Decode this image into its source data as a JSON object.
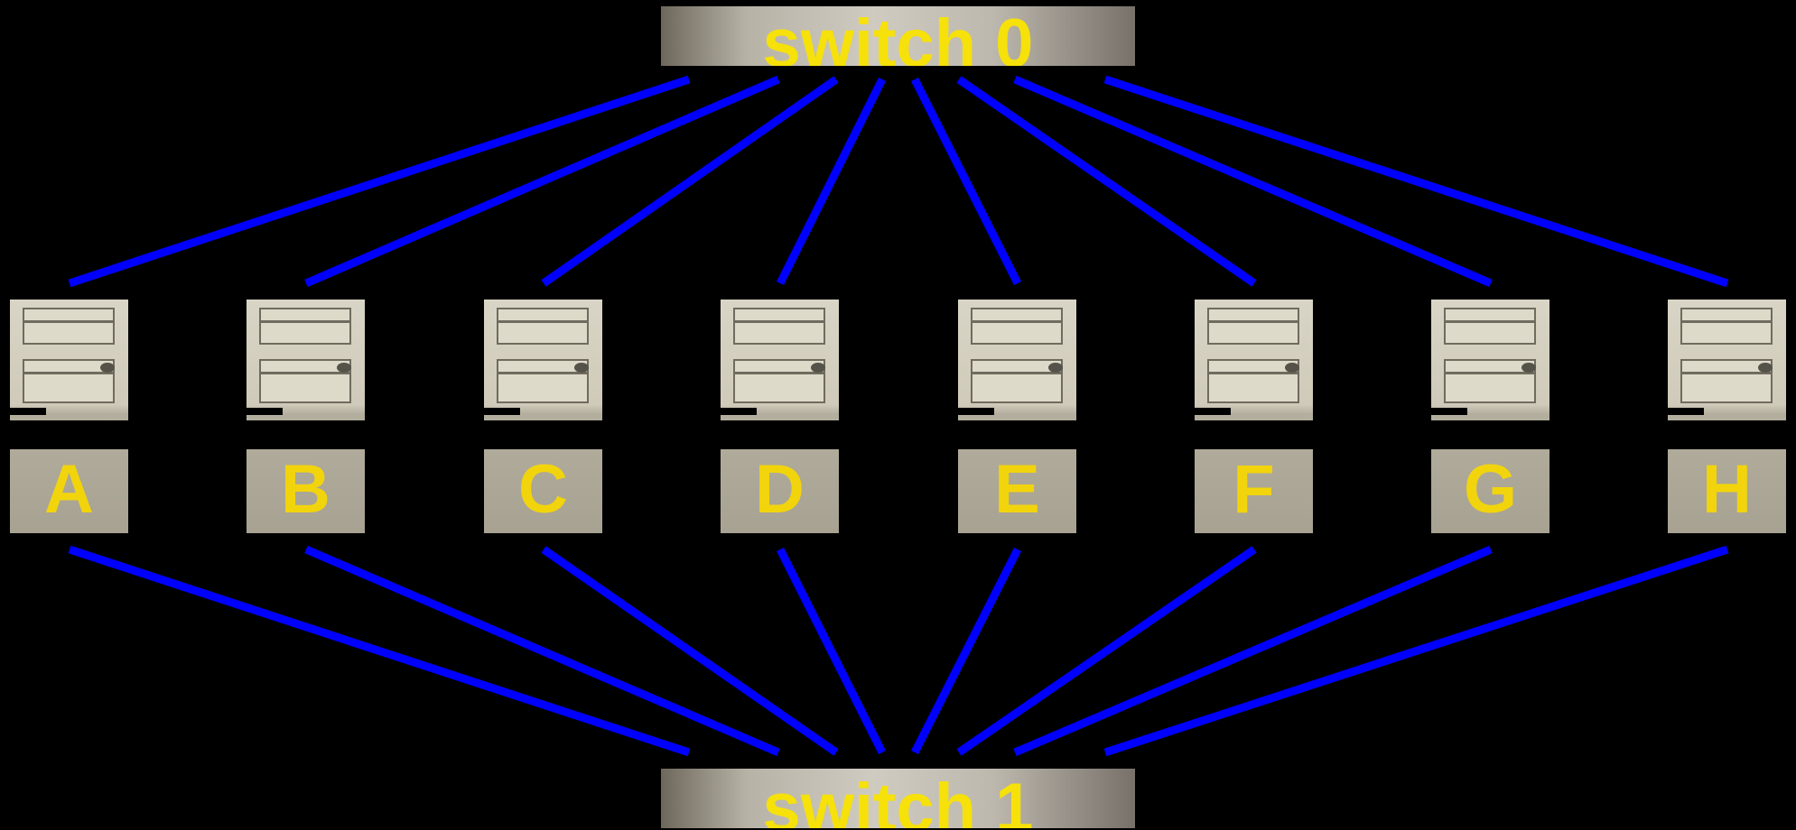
{
  "colors": {
    "background": "#000000",
    "link": "#0000ff",
    "label": "#f2d40d"
  },
  "switches": [
    {
      "label": "switch 0"
    },
    {
      "label": "switch 1"
    }
  ],
  "machines": [
    {
      "label": "A"
    },
    {
      "label": "B"
    },
    {
      "label": "C"
    },
    {
      "label": "D"
    },
    {
      "label": "E"
    },
    {
      "label": "F"
    },
    {
      "label": "G"
    },
    {
      "label": "H"
    }
  ],
  "links": [
    {
      "from": "switch 0",
      "to": "A"
    },
    {
      "from": "switch 0",
      "to": "B"
    },
    {
      "from": "switch 0",
      "to": "C"
    },
    {
      "from": "switch 0",
      "to": "D"
    },
    {
      "from": "switch 0",
      "to": "E"
    },
    {
      "from": "switch 0",
      "to": "F"
    },
    {
      "from": "switch 0",
      "to": "G"
    },
    {
      "from": "switch 0",
      "to": "H"
    },
    {
      "from": "switch 1",
      "to": "A"
    },
    {
      "from": "switch 1",
      "to": "B"
    },
    {
      "from": "switch 1",
      "to": "C"
    },
    {
      "from": "switch 1",
      "to": "D"
    },
    {
      "from": "switch 1",
      "to": "E"
    },
    {
      "from": "switch 1",
      "to": "F"
    },
    {
      "from": "switch 1",
      "to": "G"
    },
    {
      "from": "switch 1",
      "to": "H"
    }
  ]
}
